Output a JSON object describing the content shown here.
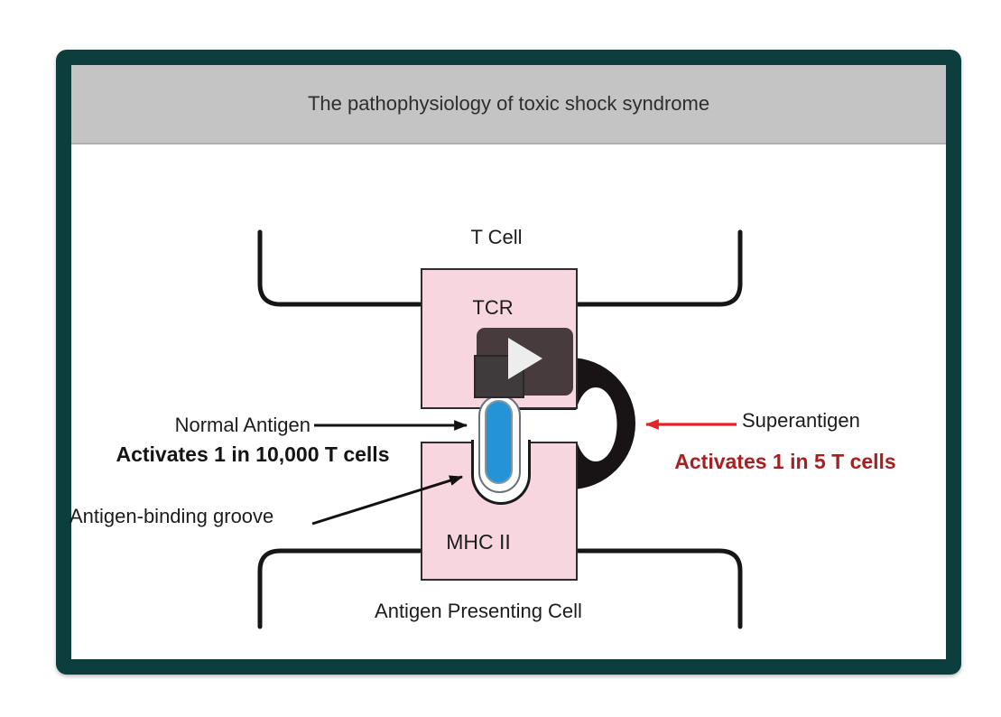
{
  "player": {
    "play_icon": "play-triangle"
  },
  "title_bar": {
    "title": "The pathophysiology of toxic shock syndrome"
  },
  "diagram": {
    "top_cell_label": "T Cell",
    "tcr_label": "TCR",
    "mhc_label": "MHC II",
    "bottom_cell_label": "Antigen Presenting Cell",
    "left_annotation": {
      "label": "Normal Antigen",
      "stat": "Activates 1 in 10,000 T cells"
    },
    "groove_annotation": "Antigen-binding groove",
    "right_annotation": {
      "label": "Superantigen",
      "stat": "Activates 1 in 5 T cells"
    },
    "colors": {
      "frame_teal": "#0d3e3e",
      "title_bar_gray": "#c4c4c4",
      "cell_pink": "#f8d6e0",
      "antigen_blue": "#2594d6",
      "superantigen_black": "#181415",
      "arrow_red": "#e32528",
      "stat_red": "#a81f22",
      "outline_dark": "#2d2d2d"
    }
  }
}
